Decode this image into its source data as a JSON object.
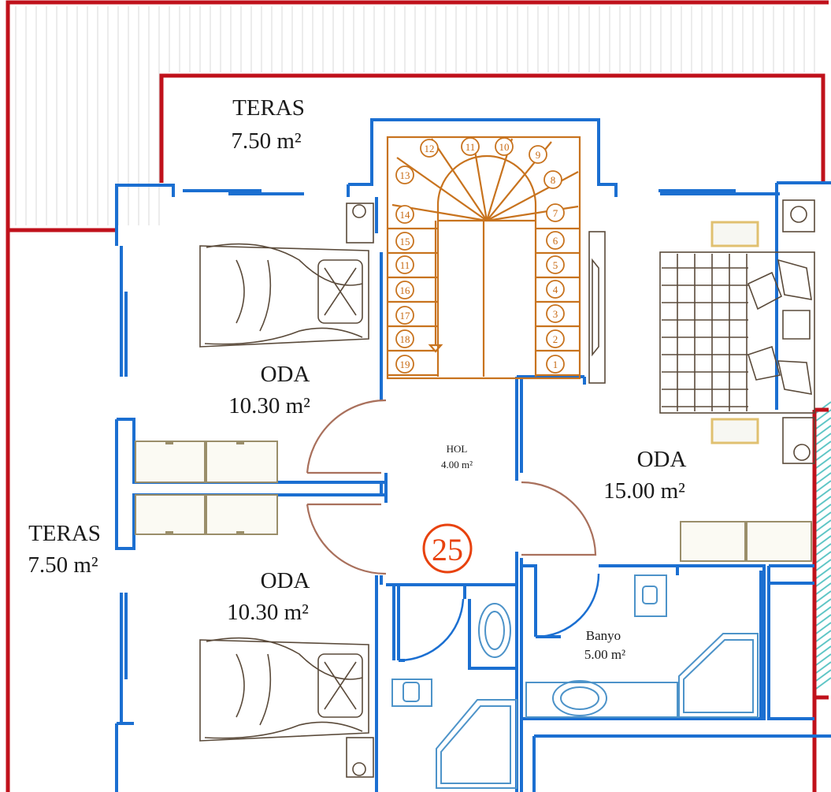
{
  "rooms": {
    "terrace_top": {
      "name": "TERAS",
      "area": "7.50 m²"
    },
    "terrace_left": {
      "name": "TERAS",
      "area": "7.50 m²"
    },
    "room_top_left": {
      "name": "ODA",
      "area": "10.30 m²"
    },
    "room_bottom_left": {
      "name": "ODA",
      "area": "10.30 m²"
    },
    "room_right": {
      "name": "ODA",
      "area": "15.00 m²"
    },
    "hall": {
      "name": "HOL",
      "area": "4.00 m²"
    },
    "bath": {
      "name": "Banyo",
      "area": "5.00 m²"
    }
  },
  "plan_marker": "25",
  "stair_steps": [
    "1",
    "2",
    "3",
    "4",
    "5",
    "6",
    "7",
    "8",
    "9",
    "10",
    "11",
    "12",
    "13",
    "14",
    "15",
    "11",
    "16",
    "17",
    "18",
    "19"
  ],
  "colors": {
    "outer_wall": "#c0111b",
    "inner_wall": "#1b6fd1",
    "stair": "#c8731e",
    "door_swing": "#a9705c",
    "marker": "#e8420e"
  }
}
